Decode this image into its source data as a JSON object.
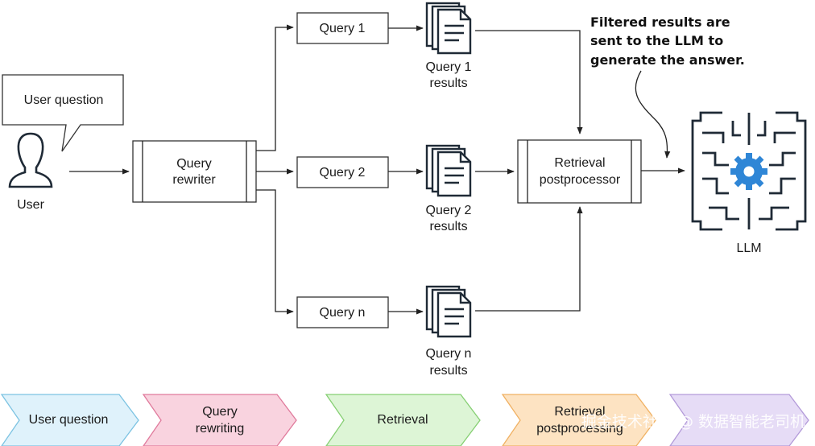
{
  "user": {
    "bubble": "User question",
    "label": "User"
  },
  "rewriter": {
    "line1": "Query",
    "line2": "rewriter"
  },
  "queries": [
    {
      "label": "Query 1",
      "result_line1": "Query 1",
      "result_line2": "results"
    },
    {
      "label": "Query 2",
      "result_line1": "Query 2",
      "result_line2": "results"
    },
    {
      "label": "Query n",
      "result_line1": "Query n",
      "result_line2": "results"
    }
  ],
  "postprocessor": {
    "line1": "Retrieval",
    "line2": "postprocessor"
  },
  "llm": {
    "label": "LLM"
  },
  "annotation": {
    "line1": "Filtered results are",
    "line2": "sent to the LLM to",
    "line3": "generate the answer."
  },
  "stages": [
    {
      "line1": "User question",
      "line2": "",
      "color": "#dff2fb",
      "border": "#7cc3e2"
    },
    {
      "line1": "Query",
      "line2": "rewriting",
      "color": "#f9d3df",
      "border": "#e07a9c"
    },
    {
      "line1": "Retrieval",
      "line2": "",
      "color": "#ddf5d6",
      "border": "#86cf73"
    },
    {
      "line1": "Retrieval",
      "line2": "postprocessing",
      "color": "#fde3c2",
      "border": "#f0b163"
    },
    {
      "line1": "",
      "line2": "",
      "color": "#e6dcf6",
      "border": "#b39ad9"
    }
  ],
  "watermark": "掘金技术社区 @ 数据智能老司机",
  "colors": {
    "gear": "#2f86d6",
    "icon": "#1f2a36"
  }
}
